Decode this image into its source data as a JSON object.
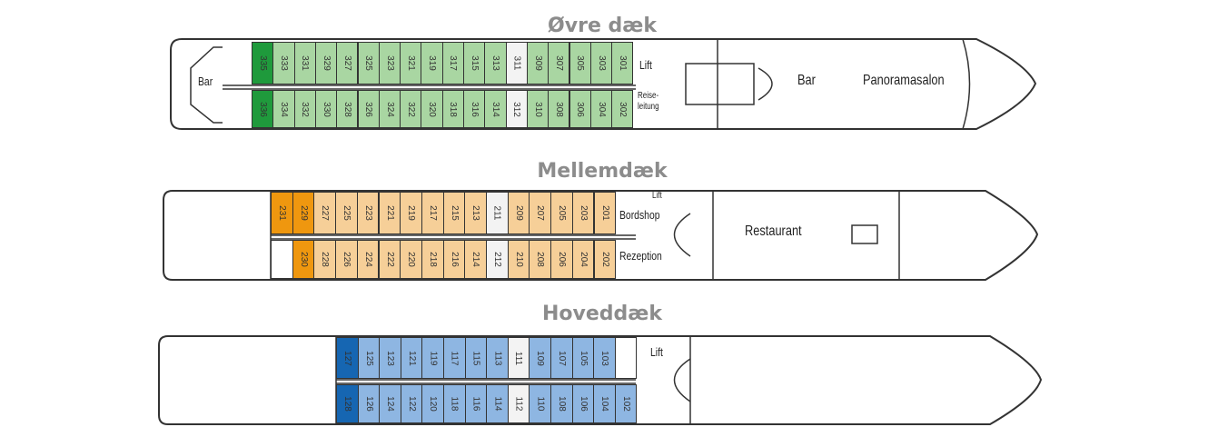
{
  "colors": {
    "green": "#a9d6a2",
    "green_dark": "#1f9a3c",
    "orange": "#f6cf98",
    "orange_dark": "#ef970f",
    "blue": "#8eb6e2",
    "blue_dark": "#1666b2",
    "white": "#f3f3f3"
  },
  "decks": [
    {
      "title": "Øvre dæk",
      "labels": {
        "bar_aft": "Bar",
        "lift": "Lift",
        "reception_1": "Reise-",
        "reception_2": "leitung",
        "bar": "Bar",
        "lounge": "Panoramasalon"
      },
      "top": [
        "335",
        "333",
        "331",
        "329",
        "327",
        "325",
        "323",
        "321",
        "319",
        "317",
        "315",
        "313",
        "311",
        "309",
        "307",
        "305",
        "303",
        "301"
      ],
      "bottom": [
        "336",
        "334",
        "332",
        "330",
        "328",
        "326",
        "324",
        "322",
        "320",
        "318",
        "316",
        "314",
        "312",
        "310",
        "308",
        "306",
        "304",
        "302"
      ],
      "dark": [
        "335",
        "336"
      ],
      "white": [
        "311",
        "312"
      ]
    },
    {
      "title": "Mellemdæk",
      "labels": {
        "lift": "Lift",
        "shop": "Bordshop",
        "reception": "Rezeption",
        "restaurant": "Restaurant"
      },
      "top": [
        "231",
        "229",
        "227",
        "225",
        "223",
        "221",
        "219",
        "217",
        "215",
        "213",
        "211",
        "209",
        "207",
        "205",
        "203",
        "201"
      ],
      "bottom": [
        "",
        "230",
        "228",
        "226",
        "224",
        "222",
        "220",
        "218",
        "216",
        "214",
        "212",
        "210",
        "208",
        "206",
        "204",
        "202"
      ],
      "dark": [
        "231",
        "229",
        "230"
      ],
      "white": [
        "211",
        "212"
      ]
    },
    {
      "title": "Hoveddæk",
      "labels": {
        "lift": "Lift"
      },
      "top": [
        "127",
        "125",
        "123",
        "121",
        "119",
        "117",
        "115",
        "113",
        "111",
        "109",
        "107",
        "105",
        "103",
        ""
      ],
      "bottom": [
        "128",
        "126",
        "124",
        "122",
        "120",
        "118",
        "116",
        "114",
        "112",
        "110",
        "108",
        "106",
        "104",
        "102"
      ],
      "dark": [
        "127",
        "128"
      ],
      "white": [
        "111",
        "112"
      ]
    }
  ]
}
